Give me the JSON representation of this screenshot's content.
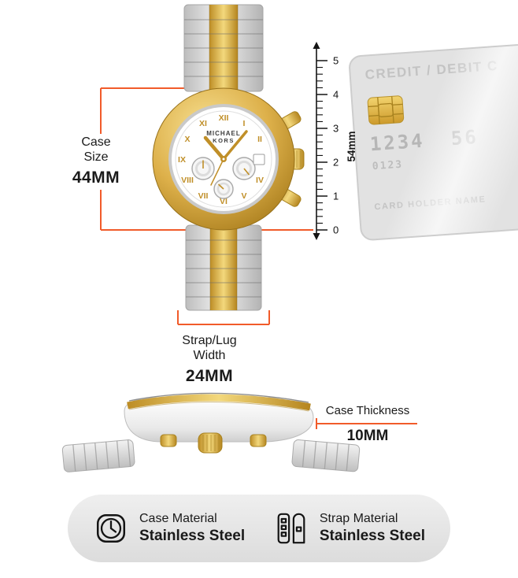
{
  "colors": {
    "accent": "#F15B2A",
    "gold": "#D2A03A"
  },
  "front_view": {
    "brand_line1": "MICHAEL",
    "brand_line2": "KORS",
    "numerals": [
      "XII",
      "I",
      "II",
      "IV",
      "V",
      "VI",
      "VII",
      "VIII",
      "IX",
      "X",
      "XI"
    ]
  },
  "ruler": {
    "length_label": "54mm",
    "ticks": [
      "5",
      "4",
      "3",
      "2",
      "1",
      "0"
    ]
  },
  "card": {
    "title": "CREDIT / DEBIT C",
    "number": "1234 56",
    "secondary_number": "0123",
    "holder_label": "CARD HOLDER NAME"
  },
  "annotations": {
    "case_size": {
      "line1": "Case",
      "line2": "Size",
      "value": "44MM"
    },
    "strap_width": {
      "line1": "Strap/Lug",
      "line2": "Width",
      "value": "24MM"
    },
    "case_thickness": {
      "label": "Case Thickness",
      "value": "10MM"
    }
  },
  "materials": {
    "case": {
      "label": "Case Material",
      "value": "Stainless Steel"
    },
    "strap": {
      "label": "Strap Material",
      "value": "Stainless Steel"
    }
  }
}
